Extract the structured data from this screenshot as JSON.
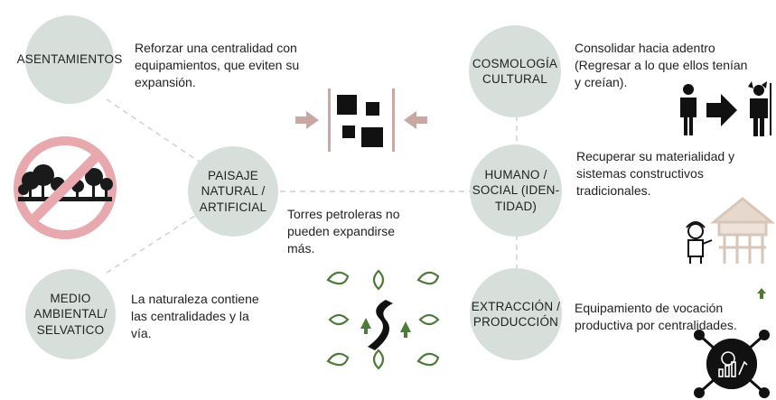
{
  "nodes": {
    "asentamientos": "ASENTAMIENTOS",
    "paisaje": "PAISAJE\nNATURAL /\nARTIFICIAL",
    "medio": "MEDIO\nAMBIENTAL/\nSELVATICO",
    "cosmologia": "COSMOLOGÍA\nCULTURAL",
    "humano": "HUMANO /\nSOCIAL (IDEN-\nTIDAD)",
    "extraccion": "EXTRACCIÓN /\nPRODUCCIÓN"
  },
  "descriptions": {
    "asentamientos": "Reforzar una centralidad con\nequipamientos, que eviten su\nexpansión.",
    "torres": "Torres petroleras no\npueden expandirse\nmás.",
    "medio": "La naturaleza contiene\nlas centralidades y la\nvía.",
    "cosmologia": "Consolidar hacia adentro\n(Regresar a lo que ellos tenían\ny creían).",
    "humano": "Recuperar su materialidad y\nsistemas constructivos\ntradicionales.",
    "extraccion": "Equipamiento de vocación\nproductiva por centralidades."
  },
  "icons": [
    "no-deforestation-icon",
    "compact-centrality-icon",
    "person-transform-icon",
    "builder-hut-icon",
    "nature-river-icon",
    "production-network-icon"
  ],
  "colors": {
    "circle": "#d7dfdb",
    "dashed": "#c9d2ce",
    "arrow": "#c9a8a4",
    "prohibit": "#e7a9ad",
    "green": "#4e7a3a",
    "text": "#222222"
  }
}
